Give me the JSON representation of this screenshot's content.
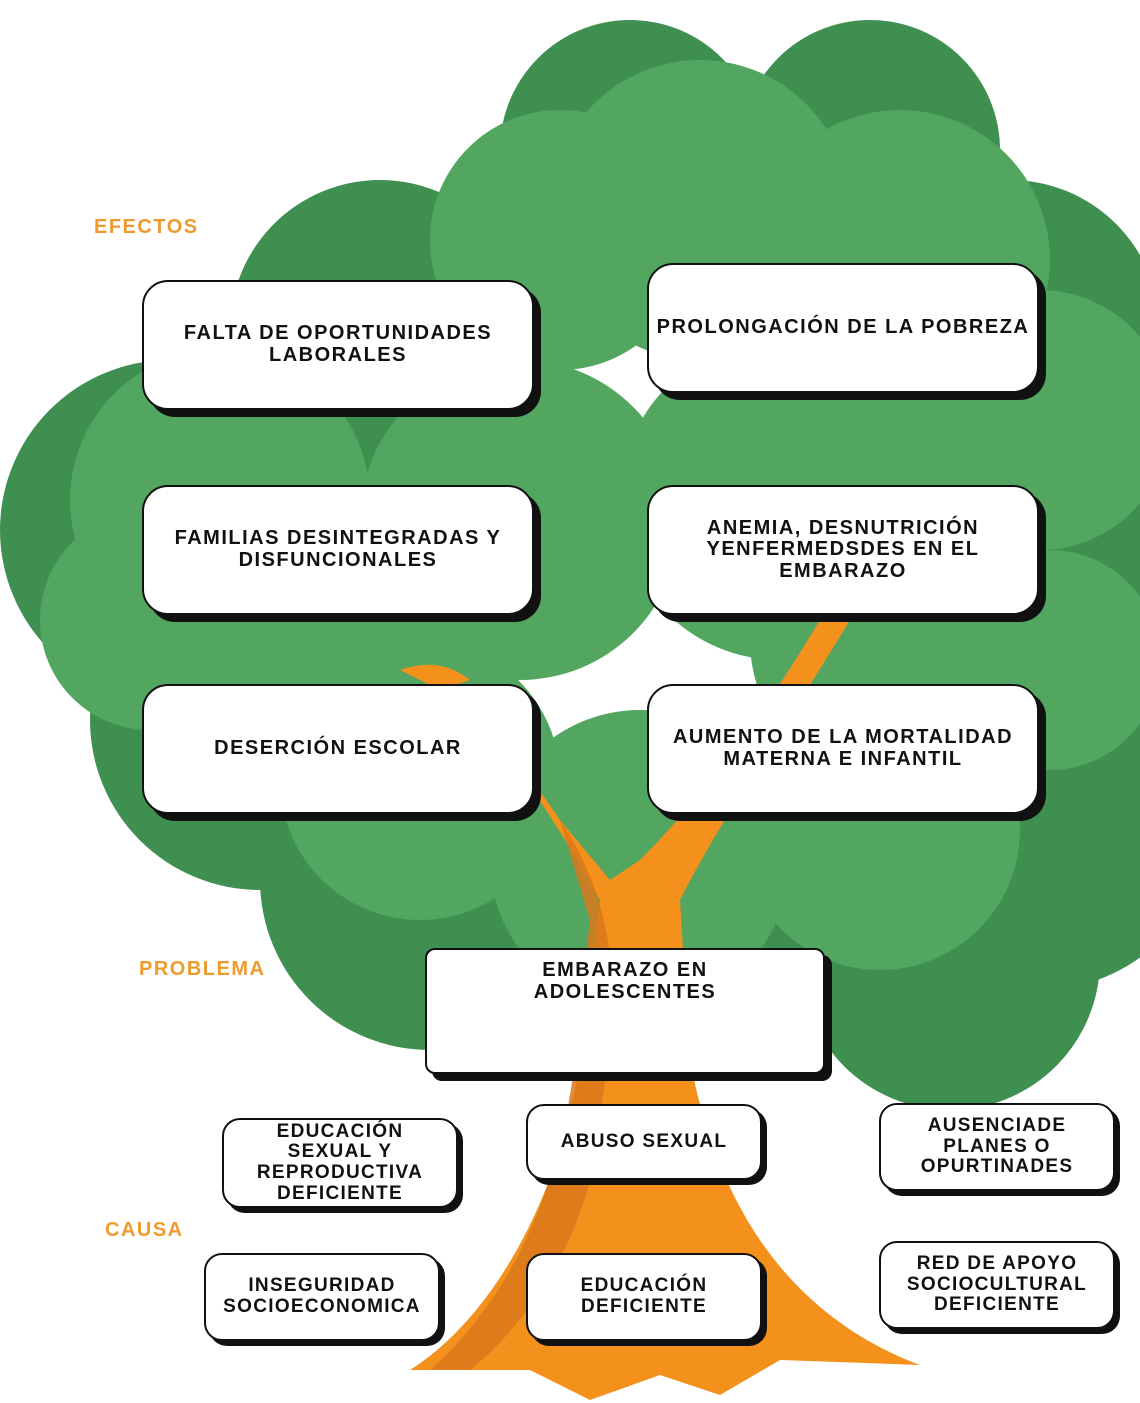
{
  "labels": {
    "effects": "EFECTOS",
    "problem": "PROBLEMA",
    "cause": "CAUSA"
  },
  "effects": [
    "FALTA DE OPORTUNIDADES\nLABORALES",
    "PROLONGACIÓN DE LA POBREZA",
    "FAMILIAS DESINTEGRADAS Y\nDISFUNCIONALES",
    "ANEMIA, DESNUTRICIÓN\nYENFERMEDSDES EN EL\nEMBARAZO",
    "DESERCIÓN ESCOLAR",
    "AUMENTO DE LA MORTALIDAD\nMATERNA  E INFANTIL"
  ],
  "problem": "EMBARAZO EN\nADOLESCENTES",
  "causes": [
    "EDUCACIÓN\nSEXUAL Y\nREPRODUCTIVA\nDEFICIENTE",
    "ABUSO SEXUAL",
    "AUSENCIADE\nPLANES O\nOPURTINADES",
    "INSEGURIDAD\nSOCIOECONOMICA",
    "EDUCACIÓN\nDEFICIENTE",
    "RED DE APOYO\nSOCIOCULTURAL\nDEFICIENTE"
  ],
  "colors": {
    "label_orange": "#ef9a2d",
    "canopy_dark": "#3e8f50",
    "canopy_light": "#52a65f",
    "trunk": "#f4901c",
    "trunk_shadow": "#d9781a"
  }
}
